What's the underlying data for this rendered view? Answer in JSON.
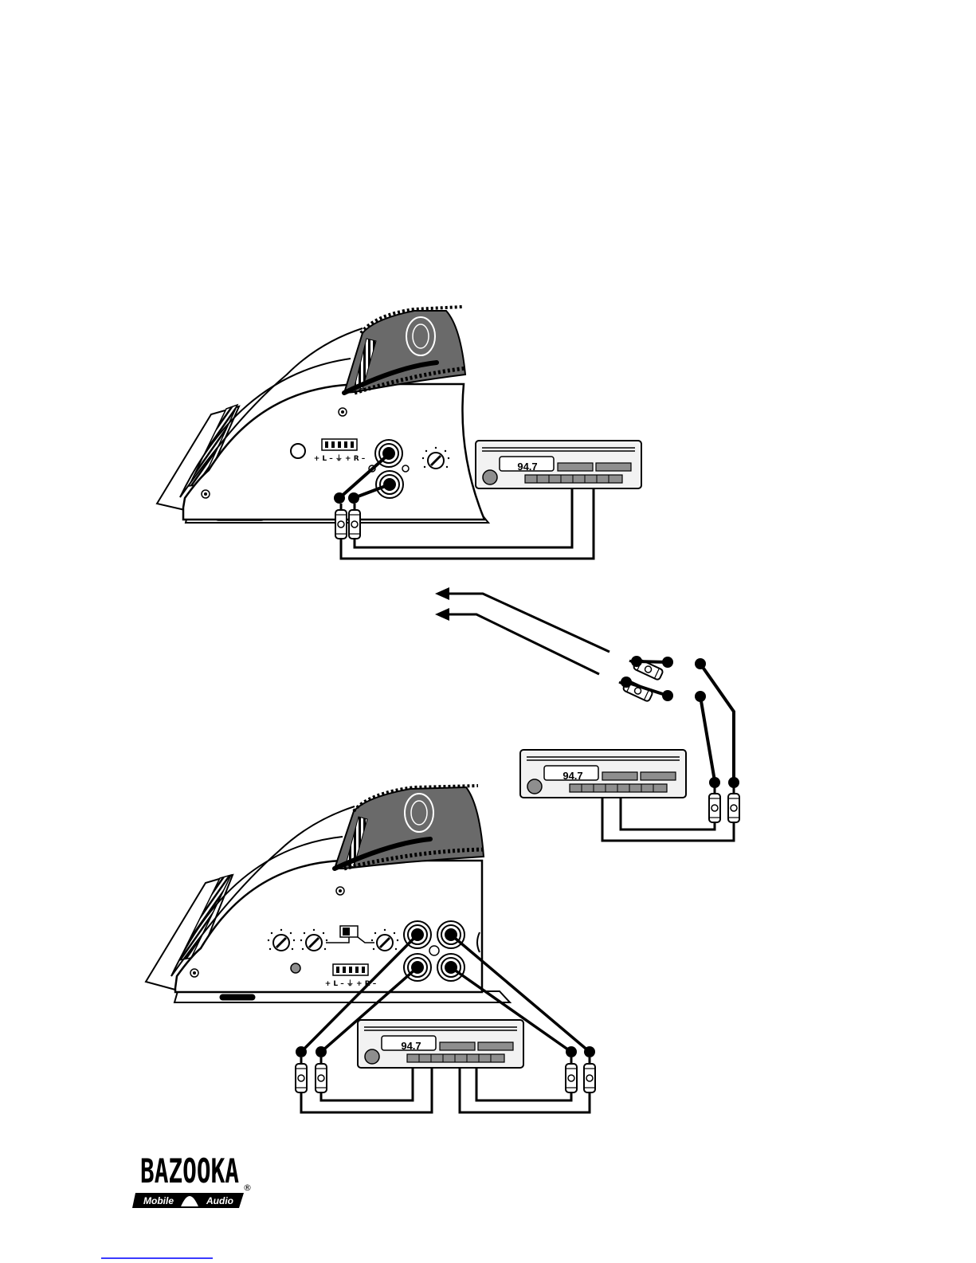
{
  "colors": {
    "ink": "#000000",
    "fill_light": "#f2f2f2",
    "fill_gray": "#8e8e8e",
    "fill_dark": "#6a6a6a",
    "link": "#3a3aff"
  },
  "radios": {
    "top": {
      "frequency": "94.7"
    },
    "middle": {
      "frequency": "94.7"
    },
    "bottom": {
      "frequency": "94.7"
    }
  },
  "amps": {
    "top": {
      "terminal_label": "+ L – ⏚ + R –",
      "icons": [
        "heatsink-fins-icon",
        "logo-roundel-icon",
        "gain-knob-icon",
        "rca-input-jack-icon"
      ]
    },
    "bottom": {
      "terminal_label": "+ L – ⏚ + R –",
      "icons": [
        "heatsink-fins-icon",
        "logo-roundel-icon",
        "gain-knob-icon",
        "switch-icon",
        "rca-input-jack-icon",
        "led-indicator-icon"
      ]
    }
  },
  "middle_section": {
    "icons": [
      "arrow-left-icon",
      "rca-plug-icon",
      "radio-head-unit-icon"
    ]
  },
  "logo": {
    "brand": "BAZOOKA",
    "left": "Mobile",
    "right": "Audio",
    "reg": "®"
  }
}
